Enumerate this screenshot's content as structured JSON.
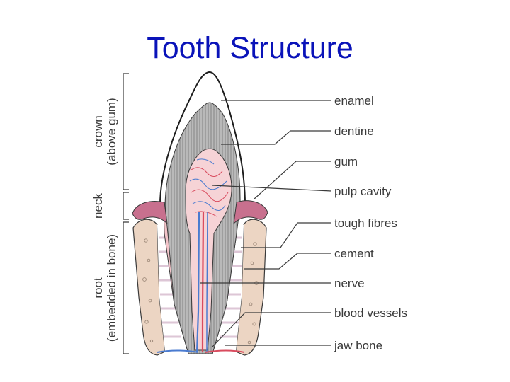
{
  "title": "Tooth Structure",
  "labels": {
    "enamel": "enamel",
    "dentine": "dentine",
    "gum": "gum",
    "pulp_cavity": "pulp cavity",
    "tough_fibres": "tough fibres",
    "cement": "cement",
    "nerve": "nerve",
    "blood_vessels": "blood vessels",
    "jaw_bone": "jaw bone"
  },
  "sections": {
    "crown": "crown",
    "crown_note": "(above gum)",
    "neck": "neck",
    "root": "root",
    "root_note": "(embedded in bone)"
  },
  "colors": {
    "title": "#0a13b9",
    "dentine": "#a7a7a7",
    "enamel": "#ffffff",
    "gum": "#c8708e",
    "pulp": "#f6d3d6",
    "bone": "#ecd5c3",
    "nerve": "#4a7bd0",
    "vessel": "#d94b5e"
  }
}
